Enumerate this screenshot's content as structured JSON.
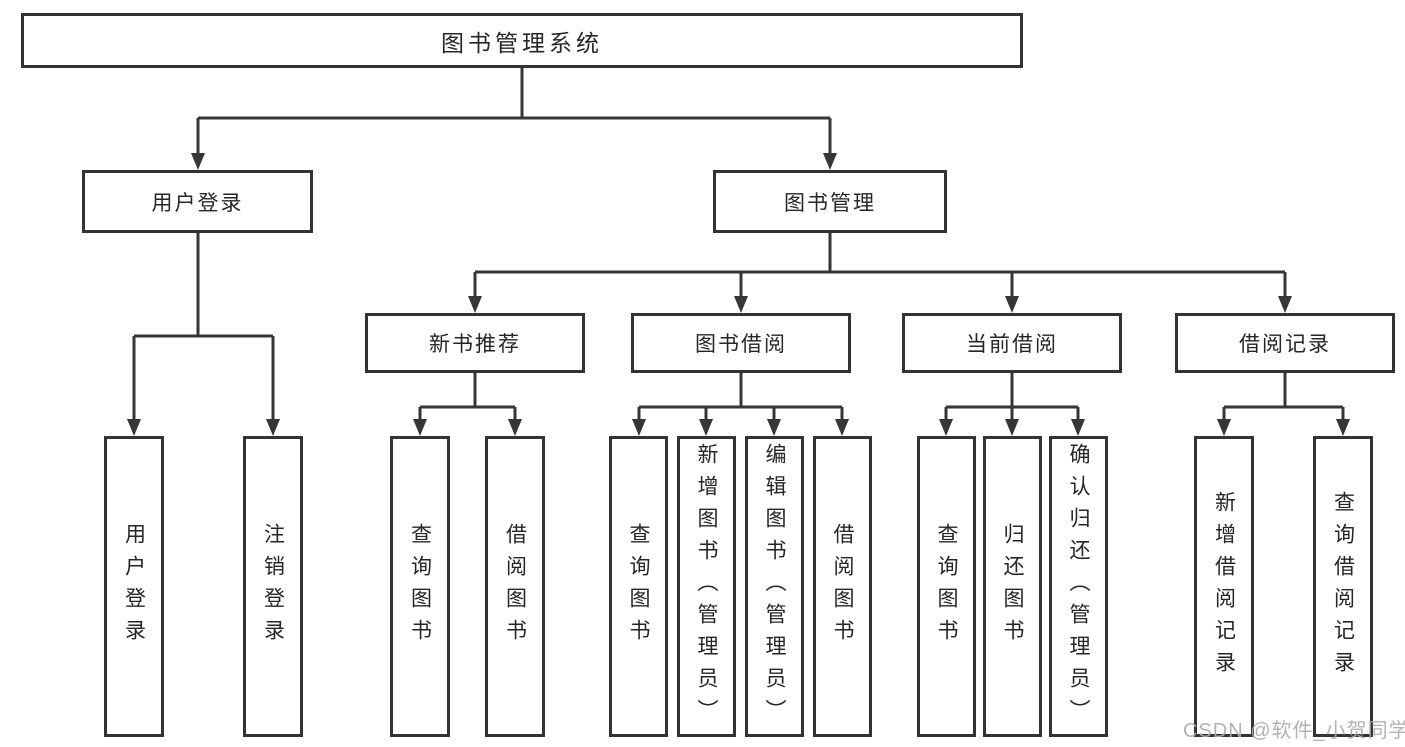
{
  "diagram_title": "图书管理系统",
  "colors": {
    "background": "#ffffff",
    "line": "#363636",
    "box_border": "#333333",
    "text": "#262626",
    "watermark": "#ababab"
  },
  "tree": {
    "root": {
      "label": "图书管理系统"
    },
    "branches": [
      {
        "label": "用户登录",
        "leaves": [
          {
            "label": "用户登录"
          },
          {
            "label": "注销登录"
          }
        ]
      },
      {
        "label": "图书管理",
        "groups": [
          {
            "label": "新书推荐",
            "leaves": [
              {
                "label": "查询图书"
              },
              {
                "label": "借阅图书"
              }
            ]
          },
          {
            "label": "图书借阅",
            "leaves": [
              {
                "label": "查询图书"
              },
              {
                "label": "新增图书（管理员）"
              },
              {
                "label": "编辑图书（管理员）"
              },
              {
                "label": "借阅图书"
              }
            ]
          },
          {
            "label": "当前借阅",
            "leaves": [
              {
                "label": "查询图书"
              },
              {
                "label": "归还图书"
              },
              {
                "label": "确认归还（管理员）"
              }
            ]
          },
          {
            "label": "借阅记录",
            "leaves": [
              {
                "label": "新增借阅记录"
              },
              {
                "label": "查询借阅记录"
              }
            ]
          }
        ]
      }
    ]
  },
  "watermark": {
    "text": "CSDN @软件_小贺同学"
  }
}
